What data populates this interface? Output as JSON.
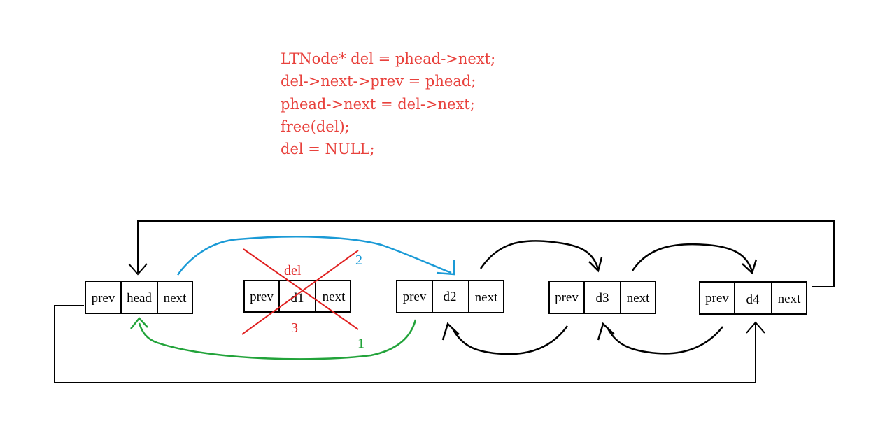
{
  "code": {
    "color": "#e8413c",
    "lines": [
      "LTNode* del = phead->next;",
      "del->next->prev = phead;",
      "phead->next = del->next;",
      "free(del);",
      "del = NULL;"
    ]
  },
  "nodes": [
    {
      "id": "head",
      "cells": [
        "prev",
        "head",
        "next"
      ]
    },
    {
      "id": "d1",
      "cells": [
        "prev",
        "d1",
        "next"
      ]
    },
    {
      "id": "d2",
      "cells": [
        "prev",
        "d2",
        "next"
      ]
    },
    {
      "id": "d3",
      "cells": [
        "prev",
        "d3",
        "next"
      ]
    },
    {
      "id": "d4",
      "cells": [
        "prev",
        "d4",
        "next"
      ]
    }
  ],
  "annotations": {
    "del_label": "del",
    "step_1": "1",
    "step_2": "2",
    "step_3": "3"
  },
  "colors": {
    "outline": "#000000",
    "step_1_arrow": "#22a33a",
    "step_2_arrow": "#1a9ad6",
    "deletion_cross": "#e02020"
  }
}
